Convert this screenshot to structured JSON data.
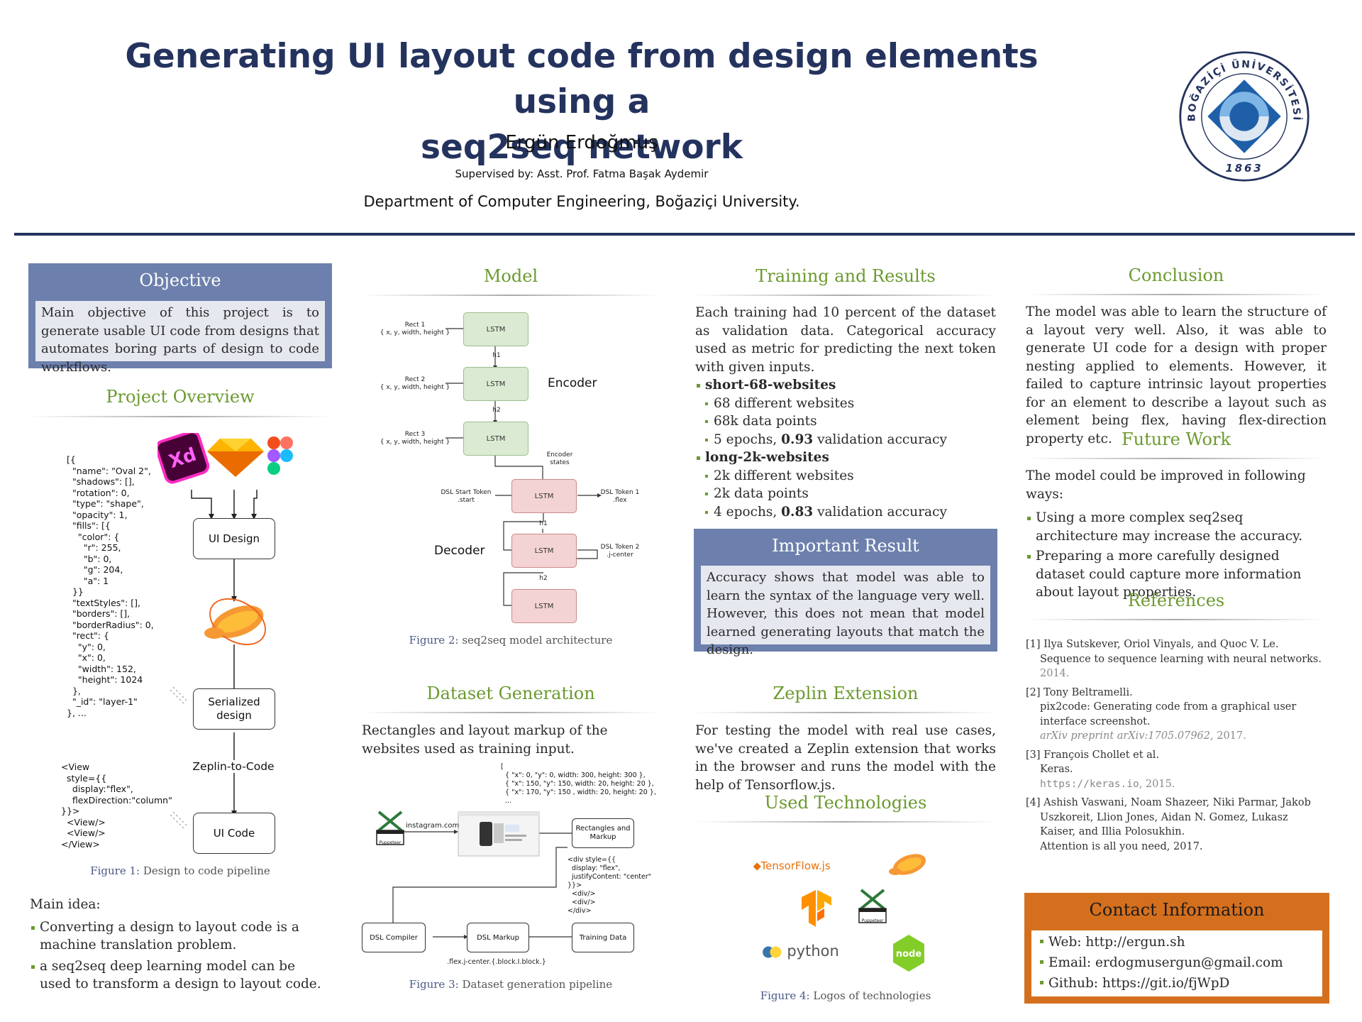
{
  "header": {
    "title_line1": "Generating UI layout code from design elements using a",
    "title_line2": "seq2seq network",
    "author": "Ergün Erdoğmuş",
    "supervisor": "Supervised by: Asst. Prof. Fatma Başak Aydemir",
    "department": "Department of Computer Engineering, Boğaziçi University.",
    "seal_text": "BOĞAZİÇİ ÜNİVERSİTESİ",
    "seal_year": "1863"
  },
  "objective": {
    "title": "Objective",
    "text": "Main objective of this project is to generate usable UI code from designs that automates boring parts of design to code workflows."
  },
  "project_overview": {
    "title": "Project Overview",
    "design_json": "[{\n  \"name\": \"Oval 2\",\n  \"shadows\": [],\n  \"rotation\": 0,\n  \"type\": \"shape\",\n  \"opacity\": 1,\n  \"fills\": [{\n    \"color\": {\n      \"r\": 255,\n      \"b\": 0,\n      \"g\": 204,\n      \"a\": 1\n  }}\n  \"textStyles\": [],\n  \"borders\": [],\n  \"borderRadius\": 0,\n  \"rect\": {\n    \"y\": 0,\n    \"x\": 0,\n    \"width\": 152,\n    \"height\": 1024\n  },\n  \"_id\": \"layer-1\"\n}, ...",
    "layout_code": "<View\n  style={{\n    display:\"flex\",\n    flexDirection:\"column\"\n}}>\n  <View/>\n  <View/>\n</View>",
    "xd_label": "Xd",
    "node_ui_design": "UI Design",
    "node_serialized": "Serialized design",
    "node_zeplin": "Zeplin-to-Code",
    "node_ui_code": "UI Code",
    "caption_label": "Figure 1:",
    "caption_text": "Design to code pipeline",
    "main_idea": "Main idea:",
    "bullets": [
      "Converting a design to layout code is a machine translation problem.",
      "a seq2seq deep learning model can be used to transform a design to layout code."
    ]
  },
  "model": {
    "title": "Model",
    "rect1": "Rect 1\n{ x, y, width, height }",
    "rect2": "Rect 2\n{ x, y, width, height }",
    "rect3": "Rect 3\n{ x, y, width, height }",
    "lstm": "LSTM",
    "h1": "h1",
    "h2": "h2",
    "encoder": "Encoder",
    "decoder": "Decoder",
    "encoder_states": "Encoder\nstates",
    "dsl_start": "DSL Start Token\n.start",
    "dsl_token1": "DSL Token 1\n.flex",
    "dsl_token2": "DSL Token 2\n.j-center",
    "caption_label": "Figure 2:",
    "caption_text": "seq2seq model architecture"
  },
  "dataset_generation": {
    "title": "Dataset Generation",
    "text": "Rectangles and layout markup of the websites used as training input.",
    "rects_code": "[\n  { \"x\": 0, \"y\": 0, width: 300, height: 300 },\n  { \"x\": 150, \"y\": 150, width: 20, height: 20 },\n  { \"x\": 170, \"y\": 150 , width: 20, height: 20 },\n  ...",
    "markup_code": "<div style={{\n  display: \"flex\",\n  justifyContent: \"center\"\n}}>\n  <div/>\n  <div/>\n</div>",
    "puppeteer": "Puppeteer",
    "instagram": "instagram.com",
    "node_rects": "Rectangles and Markup",
    "node_compiler": "DSL Compiler",
    "node_markup": "DSL Markup",
    "node_training": "Training Data",
    "dsl_string": ".flex.j-center.{.block.I.block.}",
    "caption_label": "Figure 3:",
    "caption_text": "Dataset generation pipeline"
  },
  "training": {
    "title": "Training and Results",
    "intro": "Each training had 10 percent of the dataset as validation data. Categorical accuracy used as metric for predicting the next token with given inputs.",
    "group1": "short-68-websites",
    "g1_items": [
      "68 different websites",
      "68k data points"
    ],
    "g1_epochs_pre": "5 epochs, ",
    "g1_acc": "0.93",
    "g1_epochs_post": " validation accuracy",
    "group2": "long-2k-websites",
    "g2_items": [
      "2k different websites",
      "2k data points"
    ],
    "g2_epochs_pre": "4 epochs, ",
    "g2_acc": "0.83",
    "g2_epochs_post": " validation accuracy"
  },
  "important_result": {
    "title": "Important Result",
    "text": "Accuracy shows that model was able to learn the syntax of the language very well. However, this does not mean that model learned generating layouts that match the design."
  },
  "zeplin": {
    "title": "Zeplin Extension",
    "text": "For testing the model with real use cases, we've created a Zeplin extension that works in the browser and runs the model with the help of Tensorflow.js."
  },
  "technologies": {
    "title": "Used Technologies",
    "tensorflowjs": "TensorFlow.js",
    "python": "python",
    "node": "node",
    "puppeteer": "Puppeteer",
    "caption_label": "Figure 4:",
    "caption_text": "Logos of technologies"
  },
  "conclusion": {
    "title": "Conclusion",
    "text": "The model was able to learn the structure of a layout very well. Also, it was able to generate UI code for a design with proper nesting applied to elements. However, it failed to capture intrinsic layout properties for an element to describe a layout such as element being flex, having flex-direction property etc."
  },
  "future_work": {
    "title": "Future Work",
    "intro": "The model could be improved in following ways:",
    "items": [
      "Using a more complex seq2seq architecture may increase the accuracy.",
      "Preparing a more carefully designed dataset could capture more information about layout properties."
    ]
  },
  "references": {
    "title": "References",
    "r1_num": "[1]",
    "r1_authors": "Ilya Sutskever, Oriol Vinyals, and Quoc V. Le.",
    "r1_title": "Sequence to sequence learning with neural networks.",
    "r1_year": "2014.",
    "r2_num": "[2]",
    "r2_authors": "Tony Beltramelli.",
    "r2_title": "pix2code: Generating code from a graphical user interface screenshot.",
    "r2_venue": "arXiv preprint arXiv:1705.07962",
    "r2_year": ", 2017.",
    "r3_num": "[3]",
    "r3_authors": "François Chollet et al.",
    "r3_title": "Keras.",
    "r3_url": "https://keras.io",
    "r3_year": ", 2015.",
    "r4_num": "[4]",
    "r4_authors": "Ashish Vaswani, Noam Shazeer, Niki Parmar, Jakob Uszkoreit, Llion Jones, Aidan N. Gomez, Lukasz Kaiser, and Illia Polosukhin.",
    "r4_title": "Attention is all you need, 2017."
  },
  "contact": {
    "title": "Contact Information",
    "web": "Web: http://ergun.sh",
    "email": "Email: erdogmusergun@gmail.com",
    "github": "Github: https://git.io/fjWpD"
  },
  "colors": {
    "title_navy": "#24335e",
    "heading_green": "#6b9a2e",
    "box_blue": "#6d80ad",
    "box_orange": "#d46f1e",
    "lstm_green": "#dbead3",
    "lstm_red": "#f3d3d3"
  }
}
